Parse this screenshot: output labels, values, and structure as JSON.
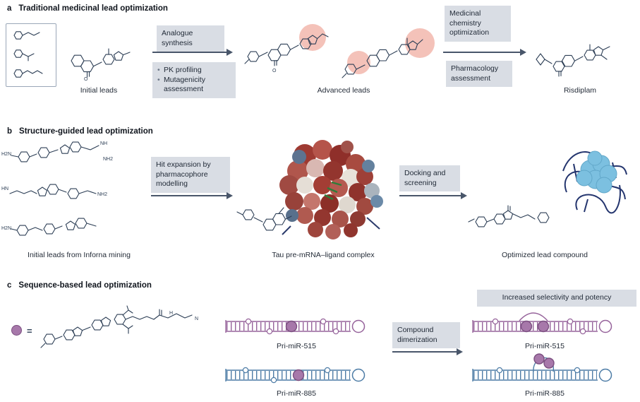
{
  "panels": {
    "a": {
      "label": "a",
      "title": "Traditional medicinal lead optimization",
      "caption_initial": "Initial leads",
      "box_synthesis": "Analogue synthesis",
      "bullets": [
        "PK profiling",
        "Mutagenicity assessment"
      ],
      "caption_advanced": "Advanced leads",
      "box_medchem": "Medicinal chemistry optimization",
      "box_pharm": "Pharmacology assessment",
      "caption_result": "Risdiplam",
      "atom_labels": [
        "O",
        "O"
      ]
    },
    "b": {
      "label": "b",
      "title": "Structure-guided lead optimization",
      "caption_initial": "Initial leads from Inforna mining",
      "box_hit_expansion": "Hit expansion by pharmacophore modelling",
      "caption_complex": "Tau pre-mRNA–ligand complex",
      "box_docking": "Docking and screening",
      "caption_result": "Optimized lead compound",
      "atom_labels": [
        "H2N",
        "NH",
        "NH2",
        "HN",
        "H2N",
        "NH2"
      ]
    },
    "c": {
      "label": "c",
      "title": "Sequence-based lead optimization",
      "legend_equals": "=",
      "arrow_box": "Compound dimerization",
      "result_header": "Increased selectivity and potency",
      "mir515_label": "Pri-miR-515",
      "mir885_label": "Pri-miR-885",
      "mir515_result_label": "Pri-miR-515",
      "mir885_result_label": "Pri-miR-885",
      "atom_labels": [
        "H",
        "N"
      ]
    }
  },
  "colors": {
    "label_box_bg": "#d9dde4",
    "highlight_pink": "#f1b4aa",
    "mir515_purple": "#96639b",
    "mir885_blue": "#4d7ca6",
    "compound_purple": "#a778aa",
    "arrow": "#49566a",
    "structure_stroke": "#2c3e55"
  }
}
